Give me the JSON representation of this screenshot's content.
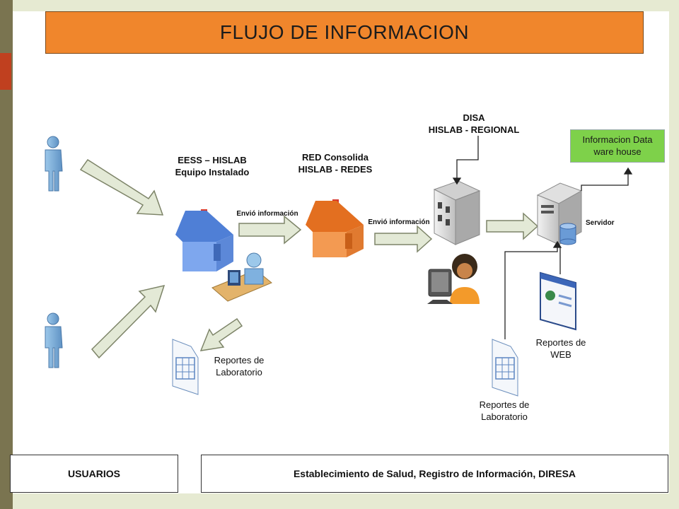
{
  "title": "FLUJO DE INFORMACION",
  "nodes": {
    "eess": {
      "line1": "EESS – HISLAB",
      "line2": "Equipo Instalado"
    },
    "red": {
      "line1": "RED Consolida",
      "line2": "HISLAB - REDES"
    },
    "disa": {
      "line1": "DISA",
      "line2": "HISLAB - REGIONAL"
    },
    "servidor": "Servidor",
    "datawarehouse": {
      "line1": "Informacion Data",
      "line2": "ware house"
    }
  },
  "flows": {
    "envio1": "Envió información",
    "envio2": "Envió información"
  },
  "reports": {
    "lab_left": {
      "line1": "Reportes de",
      "line2": "Laboratorio"
    },
    "web": {
      "line1": "Reportes de",
      "line2": "WEB"
    },
    "lab_right": {
      "line1": "Reportes de",
      "line2": "Laboratorio"
    }
  },
  "footer": {
    "usuarios": "USUARIOS",
    "establecimiento": "Establecimiento de Salud, Registro de Información, DIRESA"
  },
  "colors": {
    "title_bg": "#f0862c",
    "datawarehouse_bg": "#7ed14a",
    "house_blue": "#6f9be8",
    "house_orange": "#f08a3c"
  },
  "icons": [
    "person-icon",
    "house-icon",
    "user-computer-icon",
    "building-icon",
    "server-icon",
    "database-icon",
    "web-report-icon",
    "spreadsheet-icon"
  ]
}
